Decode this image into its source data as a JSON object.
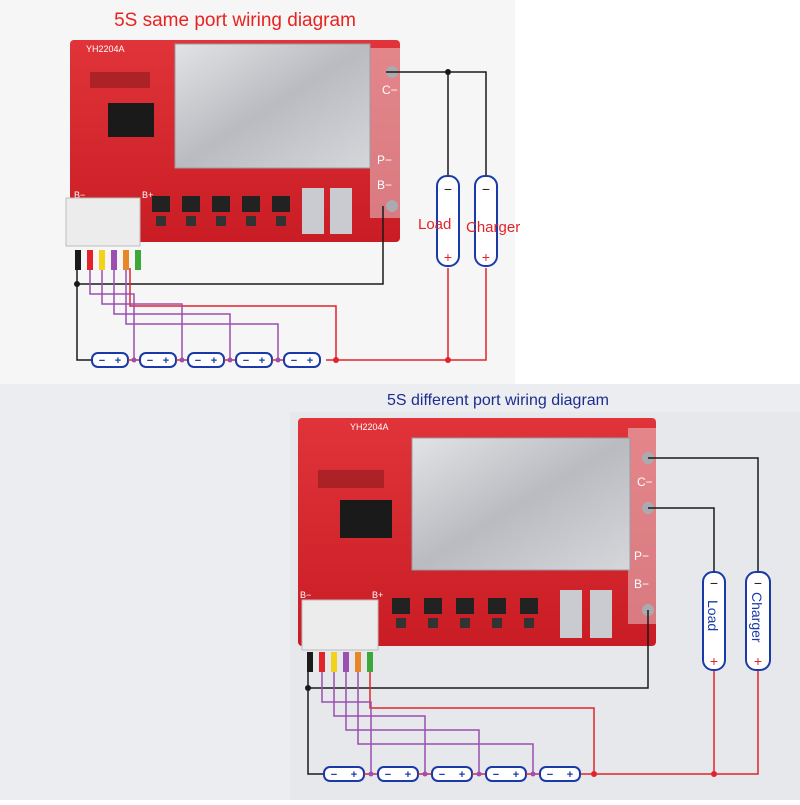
{
  "top": {
    "title": "5S same port wiring diagram",
    "board_label": "YH2204A",
    "port_c": "C−",
    "port_p": "P−",
    "port_b": "B−",
    "bplus": "B+",
    "bminus": "B−",
    "load_label": "Load",
    "charger_label": "Charger"
  },
  "bottom": {
    "title": "5S different port wiring diagram",
    "board_label": "YH2204A",
    "port_c": "C−",
    "port_p": "P−",
    "port_b": "B−",
    "bplus": "B+",
    "bminus": "B−",
    "load_label": "Load",
    "charger_label": "Charger"
  },
  "symbols": {
    "minus": "−",
    "plus": "+"
  },
  "colors": {
    "title_red": "#e8231f",
    "title_blue": "#1d2d8f",
    "pcb_red": "#d8232a",
    "heatsink": "#c3c5c9",
    "cell_blue": "#1a3aa8",
    "wire_black": "#1a1a1a",
    "wire_red": "#e0242a",
    "wire_purple": "#9b4fb0",
    "bottom_bg": "#ecedf1"
  }
}
